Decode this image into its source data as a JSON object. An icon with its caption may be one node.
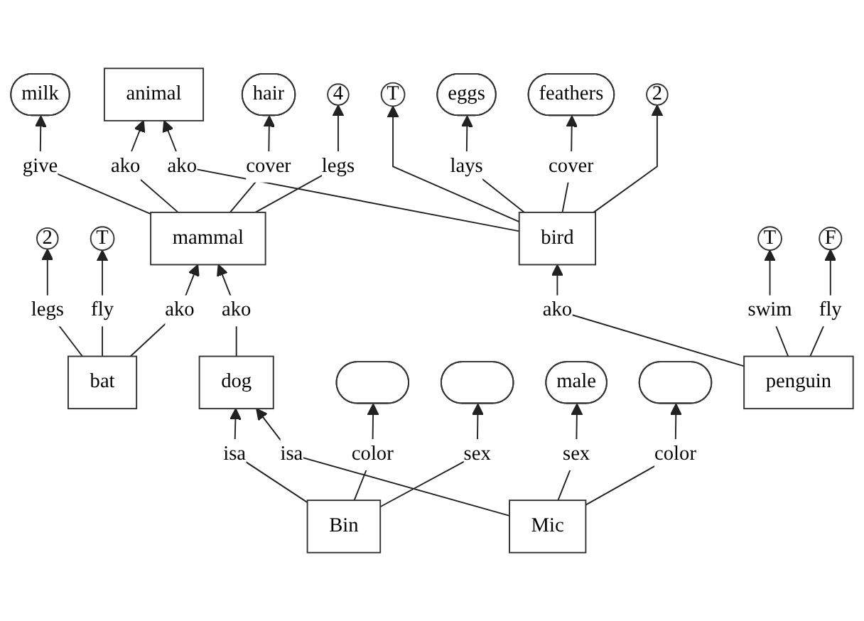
{
  "diagram": {
    "nodes": [
      {
        "text": [
          "animal"
        ]
      },
      {
        "text": [
          "T"
        ]
      },
      {
        "text": [
          "eggs"
        ]
      },
      {
        "text": [
          "milk"
        ]
      },
      {
        "text": [
          "feathers"
        ]
      },
      {
        "text": [
          "2"
        ]
      },
      {
        "text": [
          "hair"
        ]
      },
      {
        "text": [
          "mammal"
        ]
      },
      {
        "text": [
          "bird"
        ]
      },
      {
        "text": [
          "4"
        ]
      },
      {
        "text": [
          "2"
        ]
      },
      {
        "text": [
          "T"
        ]
      },
      {
        "text": [
          "bat"
        ]
      },
      {
        "text": [
          "dog"
        ]
      },
      {
        "text": [
          "penguin"
        ]
      },
      {
        "text": [
          "T"
        ]
      },
      {
        "text": [
          "F"
        ]
      },
      {
        "text": [
          "Bin"
        ]
      },
      {
        "text": [
          "Mic"
        ]
      },
      {
        "text": [
          "male"
        ]
      },
      {
        "text": [],
        "shape": "ellipse"
      },
      {
        "text": [],
        "shape": "ellipse"
      },
      {
        "text": [],
        "shape": "ellipse"
      }
    ],
    "edges": [
      {
        "from": 7,
        "to": 3,
        "arrow": "to",
        "label": "give"
      },
      {
        "from": 7,
        "to": 0,
        "arrow": "to",
        "label": "ako"
      },
      {
        "from": 7,
        "to": 6,
        "arrow": "to",
        "label": "cover"
      },
      {
        "from": 7,
        "to": 9,
        "arrow": "to",
        "label": "legs"
      },
      {
        "from": 8,
        "to": 0,
        "arrow": "to",
        "label": "ako"
      },
      {
        "from": 8,
        "to": 1,
        "arrow": "to"
      },
      {
        "from": 8,
        "to": 2,
        "arrow": "to",
        "label": "lays"
      },
      {
        "from": 8,
        "to": 4,
        "arrow": "to",
        "label": "cover"
      },
      {
        "from": 8,
        "to": 5,
        "arrow": "to"
      },
      {
        "from": 12,
        "to": 7,
        "arrow": "to",
        "label": "ako"
      },
      {
        "from": 12,
        "to": 10,
        "arrow": "to",
        "label": "legs"
      },
      {
        "from": 12,
        "to": 15,
        "arrow": "to",
        "label": "fly"
      },
      {
        "from": 13,
        "to": 7,
        "arrow": "to",
        "label": "ako"
      },
      {
        "from": 14,
        "to": 8,
        "arrow": "to",
        "label": "ako"
      },
      {
        "from": 14,
        "to": 11,
        "arrow": "to",
        "label": "swim"
      },
      {
        "from": 14,
        "to": 16,
        "arrow": "to",
        "label": "fly"
      },
      {
        "from": 17,
        "to": 13,
        "arrow": "to",
        "label": "isa"
      },
      {
        "from": 17,
        "to": 20,
        "arrow": "to",
        "label": "color"
      },
      {
        "from": 17,
        "to": 21,
        "arrow": "to",
        "label": "sex"
      },
      {
        "from": 18,
        "to": 13,
        "arrow": "to",
        "label": "isa"
      },
      {
        "from": 18,
        "to": 19,
        "arrow": "to",
        "label": "sex"
      },
      {
        "from": 18,
        "to": 22,
        "arrow": "to",
        "label": "color"
      }
    ]
  }
}
